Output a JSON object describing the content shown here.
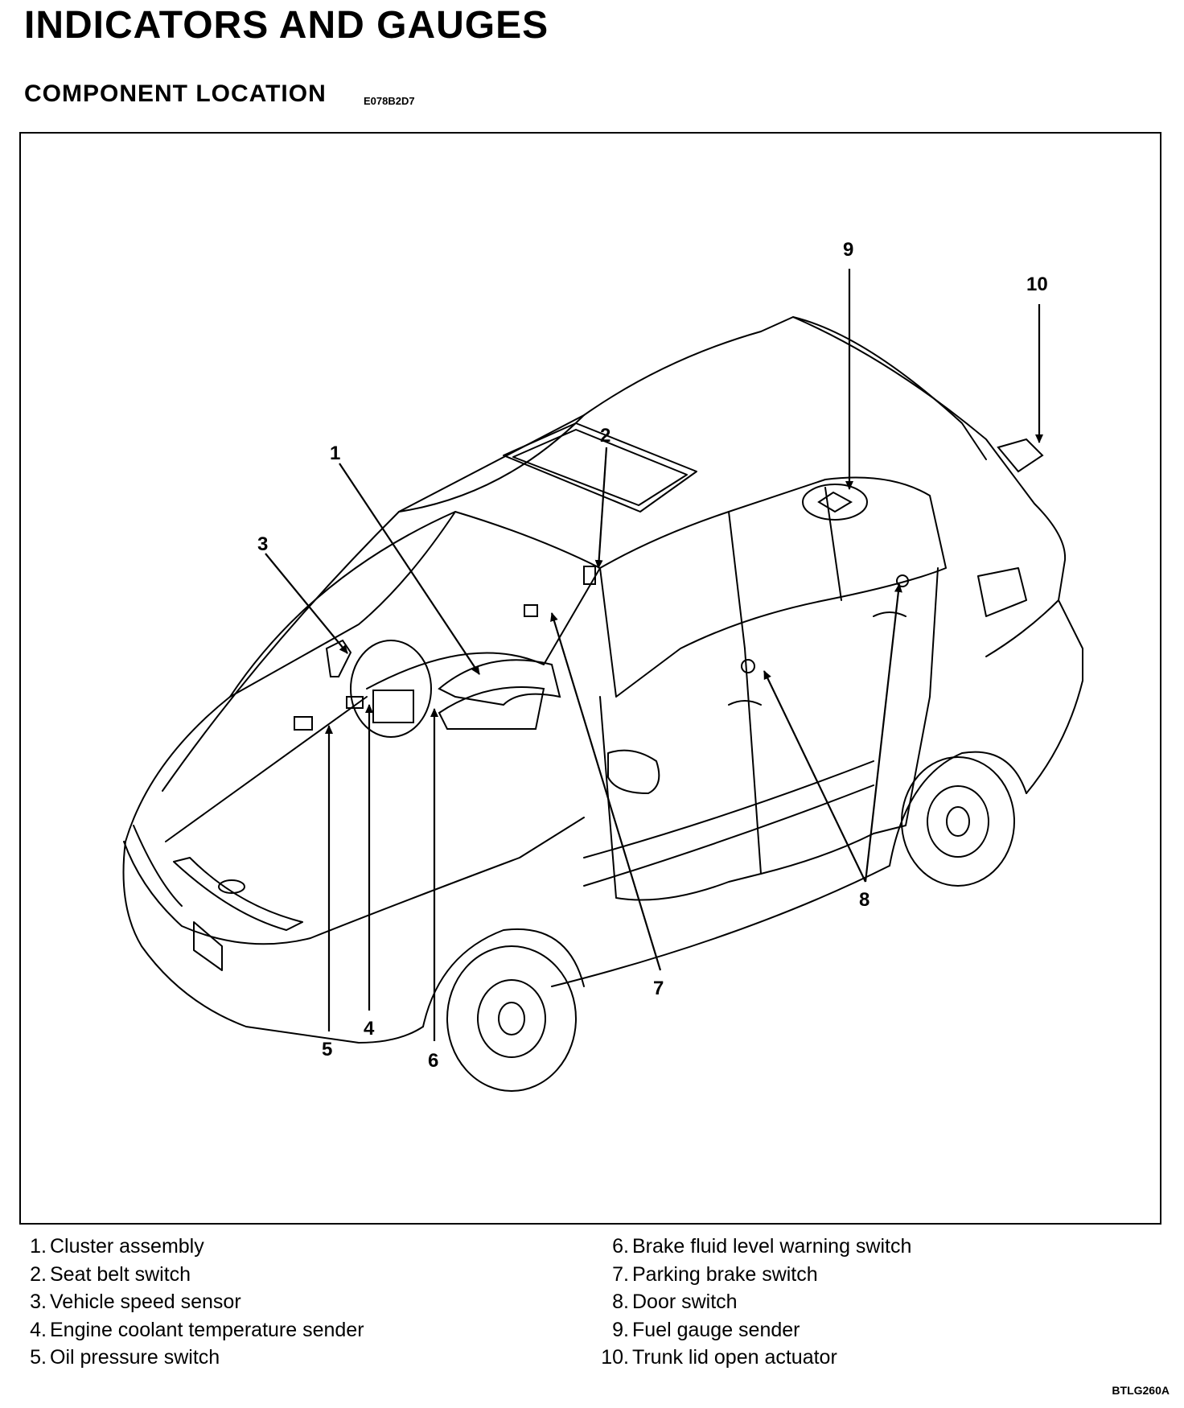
{
  "header": {
    "title": "INDICATORS AND GAUGES",
    "subtitle": "COMPONENT LOCATION",
    "section_code": "E078B2D7"
  },
  "diagram": {
    "callouts": [
      "1",
      "2",
      "3",
      "4",
      "5",
      "6",
      "7",
      "8",
      "9",
      "10"
    ]
  },
  "legend": {
    "left": [
      {
        "num": "1.",
        "label": "Cluster assembly"
      },
      {
        "num": "2.",
        "label": "Seat belt switch"
      },
      {
        "num": "3.",
        "label": "Vehicle speed sensor"
      },
      {
        "num": "4.",
        "label": "Engine coolant temperature sender"
      },
      {
        "num": "5.",
        "label": "Oil pressure switch"
      }
    ],
    "right": [
      {
        "num": "6.",
        "label": "Brake fluid level warning switch"
      },
      {
        "num": "7.",
        "label": "Parking brake switch"
      },
      {
        "num": "8.",
        "label": "Door switch"
      },
      {
        "num": "9.",
        "label": "Fuel gauge sender"
      },
      {
        "num": "10.",
        "label": "Trunk lid open actuator"
      }
    ]
  },
  "footer": {
    "figure_code": "BTLG260A"
  }
}
